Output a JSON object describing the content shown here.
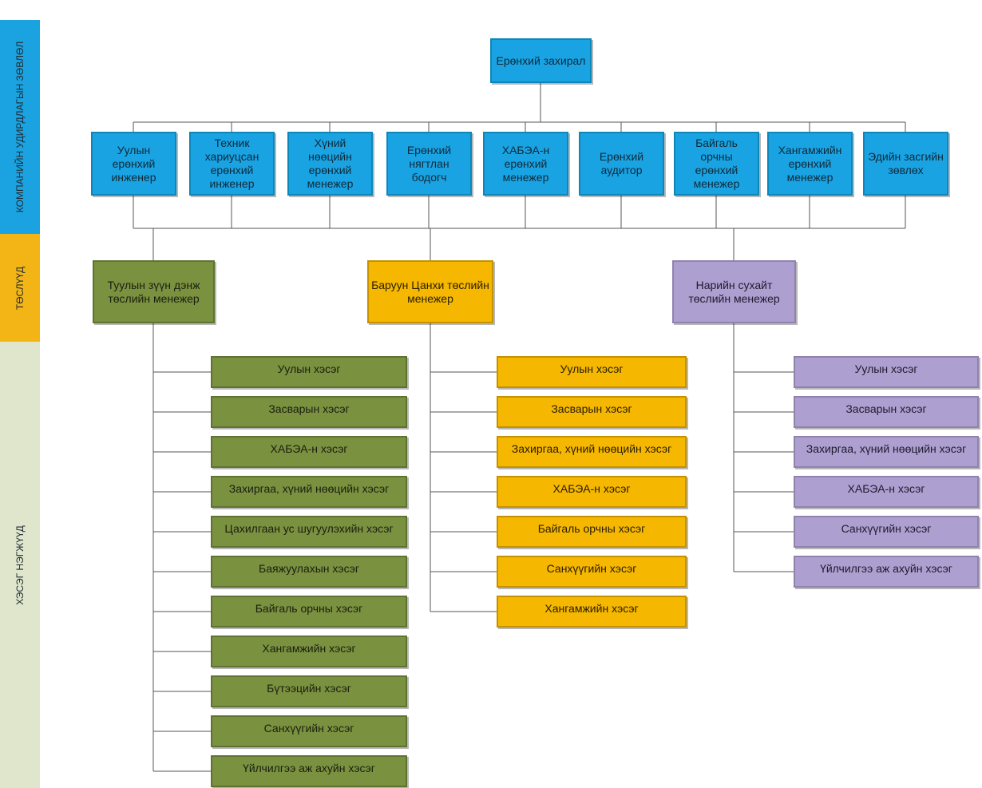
{
  "side_bands": [
    {
      "label": "КОМПАНИЙН УДИРДЛАГЫН ЗӨВЛӨЛ",
      "color": "#1aa3e0"
    },
    {
      "label": "ТӨСЛҮҮД",
      "color": "#f2b515"
    },
    {
      "label": "ХЭСЭГ НЭГЖҮҮД",
      "color": "#dfe6cb"
    }
  ],
  "colors": {
    "blue": "#1aa3e3",
    "green": "#7a913f",
    "amber": "#f5b700",
    "lavender": "#ad9fd0",
    "line": "#555555"
  },
  "top": {
    "label": "Ерөнхий захирал"
  },
  "executives": [
    {
      "label": "Уулын ерөнхий инженер"
    },
    {
      "label": "Техник хариуцсан ерөнхий инженер"
    },
    {
      "label": "Хүний нөөцийн ерөнхий менежер"
    },
    {
      "label": "Ерөнхий нягтлан бодогч"
    },
    {
      "label": "ХАБЭА-н ерөнхий менежер"
    },
    {
      "label": "Ерөнхий аудитор"
    },
    {
      "label": "Байгаль орчны ерөнхий менежер"
    },
    {
      "label": "Хангамжийн ерөнхий менежер"
    },
    {
      "label": "Эдийн засгийн зөвлөх"
    }
  ],
  "projects": [
    {
      "label": "Туулын зүүн дэнж төслийн менежер",
      "color_key": "green",
      "units": [
        "Уулын хэсэг",
        "Засварын хэсэг",
        "ХАБЭА-н хэсэг",
        "Захиргаа, хүний нөөцийн хэсэг",
        "Цахилгаан ус шугуулэхийн хэсэг",
        "Баяжуулахын хэсэг",
        "Байгаль орчны хэсэг",
        "Хангамжийн хэсэг",
        "Бүтээцийн хэсэг",
        "Санхүүгийн хэсэг",
        "Үйлчилгээ аж ахуйн хэсэг"
      ]
    },
    {
      "label": "Баруун Цанхи төслийн менежер",
      "color_key": "amber",
      "units": [
        "Уулын хэсэг",
        "Засварын хэсэг",
        "Захиргаа, хүний нөөцийн хэсэг",
        "ХАБЭА-н хэсэг",
        "Байгаль орчны хэсэг",
        "Санхүүгийн хэсэг",
        "Хангамжийн хэсэг"
      ]
    },
    {
      "label": "Нарийн сухайт төслийн менежер",
      "color_key": "lavender",
      "units": [
        "Уулын хэсэг",
        "Засварын хэсэг",
        "Захиргаа, хүний нөөцийн хэсэг",
        "ХАБЭА-н хэсэг",
        "Санхүүгийн хэсэг",
        "Үйлчилгээ аж ахуйн хэсэг"
      ]
    }
  ]
}
